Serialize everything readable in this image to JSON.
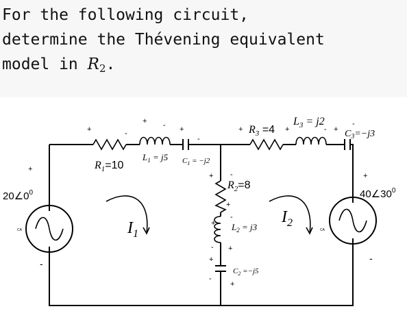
{
  "question": {
    "line1": "For the following circuit,",
    "line2": "determine the Thévening equivalent",
    "line3_prefix": "model in ",
    "line3_var": "R",
    "line3_sub": "2",
    "line3_suffix": "."
  },
  "circuit": {
    "source_left": {
      "value": "20∠0",
      "sup": "0",
      "type_label": "CA",
      "plus": "+",
      "minus": "-"
    },
    "source_right": {
      "value": "40∠30",
      "sup": "0",
      "type_label": "CA",
      "plus": "+",
      "minus": "-"
    },
    "R1": {
      "name": "R",
      "sub": "1",
      "value": "=10"
    },
    "L1": {
      "name": "L",
      "sub": "1",
      "value": " = j5"
    },
    "C1": {
      "name": "C",
      "sub": "1",
      "value": " = −j2"
    },
    "R2": {
      "name": "R",
      "sub": "2",
      "value": "=8"
    },
    "L2": {
      "name": "L",
      "sub": "2",
      "value": " = j3"
    },
    "C2": {
      "name": "C",
      "sub": "2",
      "value": " =−j5"
    },
    "R3": {
      "name": "R",
      "sub": "3",
      "value": " =4"
    },
    "L3": {
      "name": "L",
      "sub": "3",
      "value": " = j2"
    },
    "C3": {
      "name": "C",
      "sub": "3",
      "value": "=−j3"
    },
    "I1": {
      "name": "I",
      "sub": "1"
    },
    "I2": {
      "name": "I",
      "sub": "2"
    },
    "plus": "+",
    "minus": "-"
  }
}
